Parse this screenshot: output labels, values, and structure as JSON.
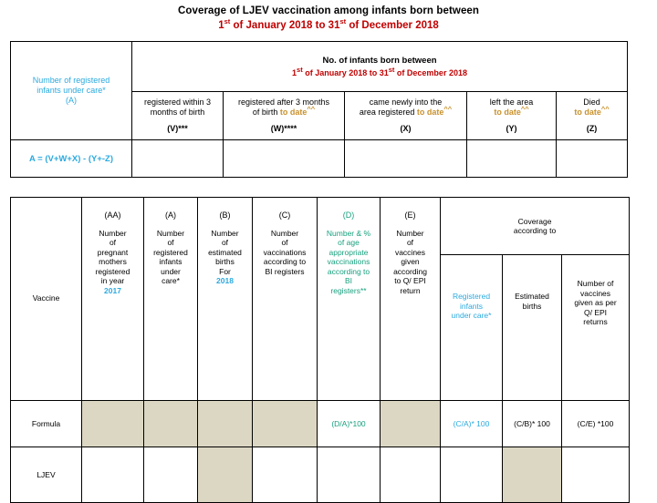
{
  "title": {
    "line1": "Coverage of  LJEV vaccination among infants born between",
    "line2_a": "1",
    "line2_sup1": "st",
    "line2_b": " of January 2018 to  31",
    "line2_sup2": "st",
    "line2_c": " of December 2018"
  },
  "colors": {
    "teal": "#2BAADF",
    "red": "#C00000",
    "orange": "#C8922E",
    "green": "#17A07E",
    "shade": "#DCD7C3",
    "black": "#000000"
  },
  "table1": {
    "col_registered_header": "Number of  registered infants under care* (A)",
    "col_registered_header_l1": "Number of  registered",
    "col_registered_header_l2": "infants under care*",
    "col_registered_header_l3": "(A)",
    "born_header_l1": "No. of  infants born between",
    "born_header_l2_a": "1",
    "born_header_l2_sup1": "st",
    "born_header_l2_b": " of January 2018 to  31",
    "born_header_l2_sup2": "st",
    "born_header_l2_c": " of December 2018",
    "formula": "A = (V+W+X) - (Y+-Z)",
    "subcolumns": [
      {
        "line1": "registered within 3",
        "line2": "months of birth",
        "orange": "",
        "sup": "",
        "code": "(V)***"
      },
      {
        "line1": "registered after 3 months",
        "line2": "of birth ",
        "orange": "to date",
        "sup": "^^",
        "code": "(W)****"
      },
      {
        "line1": "came newly into the",
        "line2": "area registered  ",
        "orange": "to date",
        "sup": "^^",
        "code": "(X)"
      },
      {
        "line1": "left the area",
        "line2": "",
        "orange": "to date",
        "sup": "^^",
        "code": "(Y)"
      },
      {
        "line1": "Died",
        "line2": "",
        "orange": "to date",
        "sup": "^^",
        "code": "(Z)"
      }
    ]
  },
  "table2": {
    "vaccine_label": "Vaccine",
    "coverage_header_l1": "Coverage",
    "coverage_header_l2": "according to",
    "columns": [
      {
        "code": "(AA)",
        "lines": [
          "Number",
          "of",
          "pregnant",
          "mothers",
          "registered",
          "in year"
        ],
        "highlight": "2017",
        "color": "black"
      },
      {
        "code": "(A)",
        "lines": [
          "Number",
          "of",
          "registered",
          "infants",
          "under",
          "care*"
        ],
        "highlight": "",
        "color": "black"
      },
      {
        "code": "(B)",
        "lines": [
          "Number",
          "of",
          "estimated",
          "births",
          "For"
        ],
        "highlight": "2018",
        "color": "black"
      },
      {
        "code": "(C)",
        "lines": [
          "Number",
          "of",
          "vaccinations",
          "according to",
          "BI registers"
        ],
        "highlight": "",
        "color": "black"
      },
      {
        "code": "(D)",
        "lines": [
          "Number & %",
          "of age",
          "appropriate",
          "vaccinations",
          "according to",
          "BI",
          "registers**"
        ],
        "highlight": "",
        "color": "green"
      },
      {
        "code": "(E)",
        "lines": [
          "Number",
          "of",
          "vaccines",
          "given",
          "according",
          "to Q/ EPI",
          "return"
        ],
        "highlight": "",
        "color": "black"
      }
    ],
    "coverage_subcolumns": [
      {
        "lines": [
          "Registered",
          "infants",
          "under care*"
        ],
        "color": "teal"
      },
      {
        "lines": [
          "Estimated",
          "births"
        ],
        "color": "black"
      },
      {
        "lines": [
          "Number of",
          "vaccines",
          "given as per",
          "Q/ EPI",
          "returns"
        ],
        "color": "black"
      }
    ],
    "formula_row": {
      "label": "Formula",
      "cells": [
        {
          "text": "",
          "shaded": true,
          "color": "black"
        },
        {
          "text": "",
          "shaded": true,
          "color": "black"
        },
        {
          "text": "",
          "shaded": true,
          "color": "black"
        },
        {
          "text": "",
          "shaded": true,
          "color": "black"
        },
        {
          "text": "(D/A)*100",
          "shaded": false,
          "color": "green"
        },
        {
          "text": "",
          "shaded": true,
          "color": "black"
        },
        {
          "text": "(C/A)* 100",
          "shaded": false,
          "color": "teal"
        },
        {
          "text": "(C/B)* 100",
          "shaded": false,
          "color": "black"
        },
        {
          "text": "(C/E) *100",
          "shaded": false,
          "color": "black"
        }
      ]
    },
    "vaccine_row": {
      "label": "LJEV",
      "cells": [
        {
          "text": "",
          "shaded": false
        },
        {
          "text": "",
          "shaded": false
        },
        {
          "text": "",
          "shaded": true
        },
        {
          "text": "",
          "shaded": false
        },
        {
          "text": "",
          "shaded": false
        },
        {
          "text": "",
          "shaded": false
        },
        {
          "text": "",
          "shaded": false
        },
        {
          "text": "",
          "shaded": true
        },
        {
          "text": "",
          "shaded": false
        }
      ]
    }
  }
}
